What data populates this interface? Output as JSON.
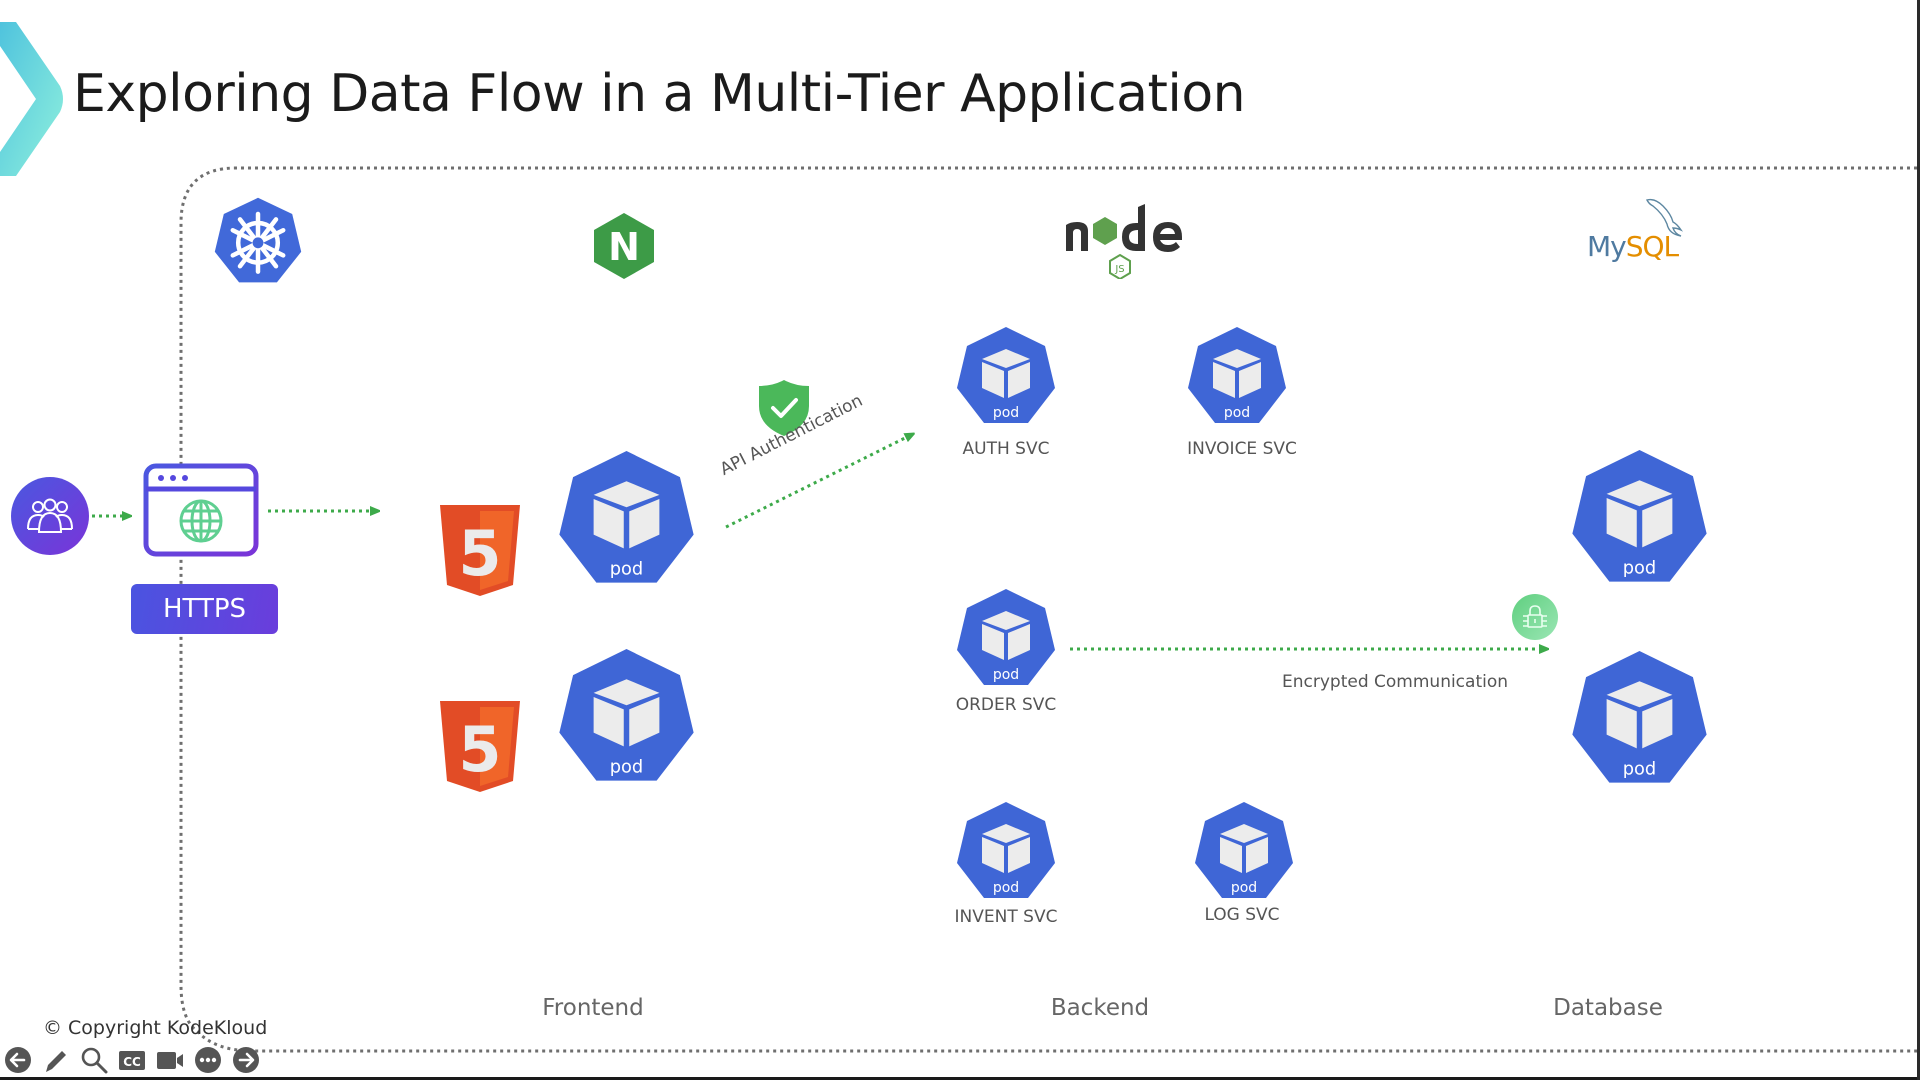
{
  "title": "Exploring Data Flow in a Multi-Tier Application",
  "colors": {
    "k8s_blue": "#4169d9",
    "pod_blue": "#3f66d6",
    "flow_green": "#3daa4a",
    "shield_green": "#4bb85a",
    "nginx_green": "#3d9b47",
    "html5_orange": "#e24c26",
    "accent_purple": "#5b46dc",
    "teal_chevron": "#7fe6dd"
  },
  "client": {
    "users_icon": "users-group-icon",
    "browser_icon": "browser-globe-icon",
    "protocol_label": "HTTPS"
  },
  "logos": {
    "orchestrator": "kubernetes-logo",
    "webserver": "nginx-logo",
    "nginx_letter": "N",
    "backend_runtime": "nodejs-logo",
    "node_word": "node",
    "node_badge": "JS",
    "database": "mysql-logo",
    "mysql_my": "My",
    "mysql_sql": "SQL"
  },
  "frontend": {
    "pods": [
      {
        "label": "pod",
        "tech": "html5"
      },
      {
        "label": "pod",
        "tech": "html5"
      }
    ],
    "html5_digit": "5"
  },
  "edges": {
    "api_auth_label": "API Authentication",
    "encrypted_label": "Encrypted Communication"
  },
  "backend": {
    "services": [
      {
        "pod_label": "pod",
        "name": "AUTH SVC"
      },
      {
        "pod_label": "pod",
        "name": "INVOICE SVC"
      },
      {
        "pod_label": "pod",
        "name": "ORDER SVC"
      },
      {
        "pod_label": "pod",
        "name": "INVENT SVC"
      },
      {
        "pod_label": "pod",
        "name": "LOG SVC"
      }
    ]
  },
  "database": {
    "pods": [
      {
        "label": "pod"
      },
      {
        "label": "pod"
      }
    ]
  },
  "tiers": [
    "Frontend",
    "Backend",
    "Database"
  ],
  "footer": {
    "copyright": "© Copyright KodeKloud",
    "controls": [
      {
        "name": "previous",
        "icon": "arrow-left-circle-icon"
      },
      {
        "name": "pen",
        "icon": "pencil-icon"
      },
      {
        "name": "zoom",
        "icon": "magnifier-icon"
      },
      {
        "name": "captions",
        "icon": "cc-icon",
        "text": "CC"
      },
      {
        "name": "video",
        "icon": "video-camera-icon"
      },
      {
        "name": "more",
        "icon": "more-dots-icon"
      },
      {
        "name": "next",
        "icon": "arrow-right-circle-icon"
      }
    ]
  }
}
